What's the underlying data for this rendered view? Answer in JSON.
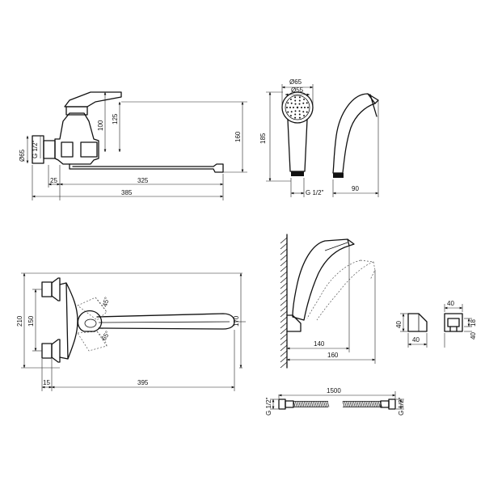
{
  "dimensions": {
    "faucet_side": {
      "h100": "100",
      "h125": "125",
      "h160": "160",
      "d65": "Ø65",
      "thread": "G 1/2\"",
      "w25": "25",
      "w325": "325",
      "w385": "385"
    },
    "handshower_front": {
      "d65": "Ø65",
      "d55": "Ø55",
      "h185": "185",
      "thread": "G 1/2\""
    },
    "handshower_side": {
      "w90": "90"
    },
    "faucet_top": {
      "h210": "210",
      "h150": "150",
      "h170": "170",
      "w15": "15",
      "w395": "395",
      "a45": "45°",
      "a65": "65°"
    },
    "wall_mount": {
      "w140": "140",
      "w160": "160"
    },
    "holder": {
      "h40a": "40",
      "w40a": "40",
      "w40b": "40",
      "h18": "18",
      "h40b": "40"
    },
    "hose": {
      "length": "1500",
      "thread_left": "G 1/2\"",
      "thread_right": "G 1/2\""
    }
  }
}
